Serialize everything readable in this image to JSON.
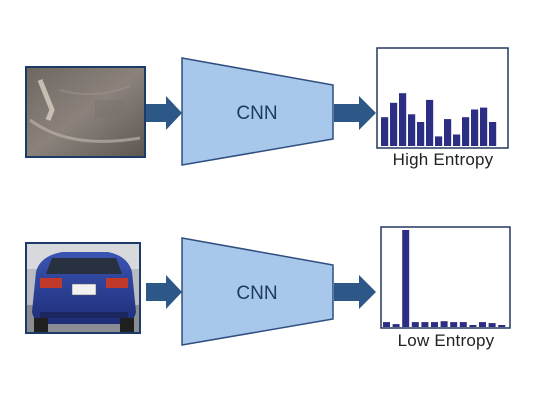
{
  "rows": [
    {
      "input_image": "background-patch-photo",
      "network_label": "CNN",
      "caption": "High Entropy",
      "histogram": [
        0.3,
        0.45,
        0.55,
        0.33,
        0.25,
        0.48,
        0.1,
        0.28,
        0.12,
        0.3,
        0.38,
        0.4,
        0.25
      ]
    },
    {
      "input_image": "blue-car-rear-photo",
      "network_label": "CNN",
      "caption": "Low Entropy",
      "histogram": [
        0.05,
        0.03,
        1.0,
        0.05,
        0.05,
        0.05,
        0.06,
        0.05,
        0.05,
        0.02,
        0.05,
        0.04,
        0.02
      ]
    }
  ],
  "colors": {
    "trapezoid_fill": "#a7c8ea",
    "trapezoid_stroke": "#2e4f80",
    "arrow": "#2c5787",
    "bar": "#2b2e82",
    "frame": "#23395e"
  }
}
